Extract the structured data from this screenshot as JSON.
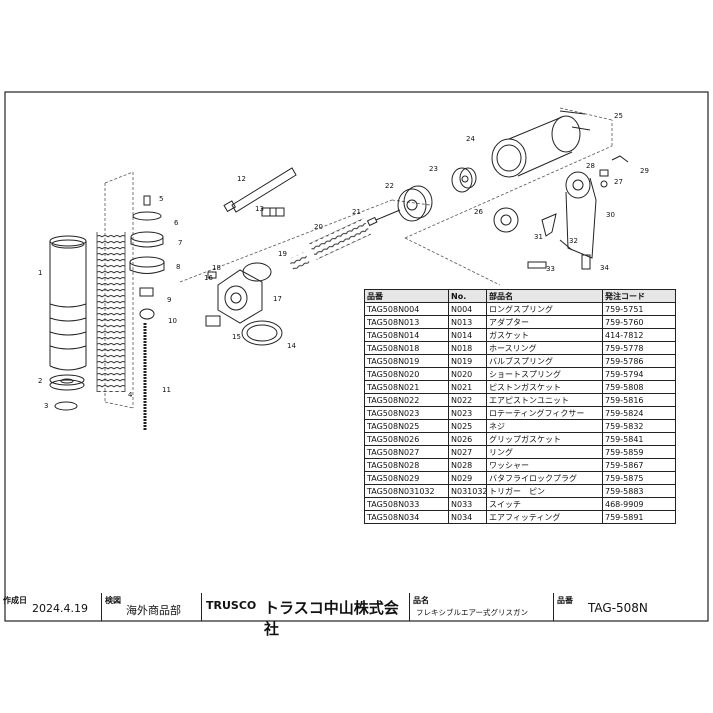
{
  "parts_table": {
    "headers": [
      "品番",
      "No.",
      "部品名",
      "発注コード"
    ],
    "rows": [
      [
        "TAG508N004",
        "N004",
        "ロングスプリング",
        "759-5751"
      ],
      [
        "TAG508N013",
        "N013",
        "アダプター",
        "759-5760"
      ],
      [
        "TAG508N014",
        "N014",
        "ガスケット",
        "414-7812"
      ],
      [
        "TAG508N018",
        "N018",
        "ホースリング",
        "759-5778"
      ],
      [
        "TAG508N019",
        "N019",
        "バルブスプリング",
        "759-5786"
      ],
      [
        "TAG508N020",
        "N020",
        "ショートスプリング",
        "759-5794"
      ],
      [
        "TAG508N021",
        "N021",
        "ピストンガスケット",
        "759-5808"
      ],
      [
        "TAG508N022",
        "N022",
        "エアピストンユニット",
        "759-5816"
      ],
      [
        "TAG508N023",
        "N023",
        "ロテーティングフィクサー",
        "759-5824"
      ],
      [
        "TAG508N025",
        "N025",
        "ネジ",
        "759-5832"
      ],
      [
        "TAG508N026",
        "N026",
        "グリップガスケット",
        "759-5841"
      ],
      [
        "TAG508N027",
        "N027",
        "リング",
        "759-5859"
      ],
      [
        "TAG508N028",
        "N028",
        "ワッシャー",
        "759-5867"
      ],
      [
        "TAG508N029",
        "N029",
        "バタフライロックプラグ",
        "759-5875"
      ],
      [
        "TAG508N031032",
        "N031032",
        "トリガー　ピン",
        "759-5883"
      ],
      [
        "TAG508N033",
        "N033",
        "スイッチ",
        "468-9909"
      ],
      [
        "TAG508N034",
        "N034",
        "エアフィッティング",
        "759-5891"
      ]
    ]
  },
  "callouts": [
    "1",
    "2",
    "3",
    "4",
    "5",
    "6",
    "7",
    "8",
    "9",
    "10",
    "11",
    "12",
    "13",
    "14",
    "15",
    "16",
    "17",
    "18",
    "19",
    "20",
    "21",
    "22",
    "23",
    "24",
    "25",
    "26",
    "27",
    "28",
    "29",
    "30",
    "31",
    "32",
    "33",
    "34"
  ],
  "title_block": {
    "created_label": "作成日",
    "created_value": "2024.4.19",
    "checked_label": "検図",
    "checked_value": "海外商品部",
    "brand": "TRUSCO",
    "company": "トラスコ中山株式会社",
    "product_name_label": "品名",
    "product_name_value": "フレキシブルエアー式グリスガン",
    "model_label": "品番",
    "model_value": "TAG-508N"
  }
}
